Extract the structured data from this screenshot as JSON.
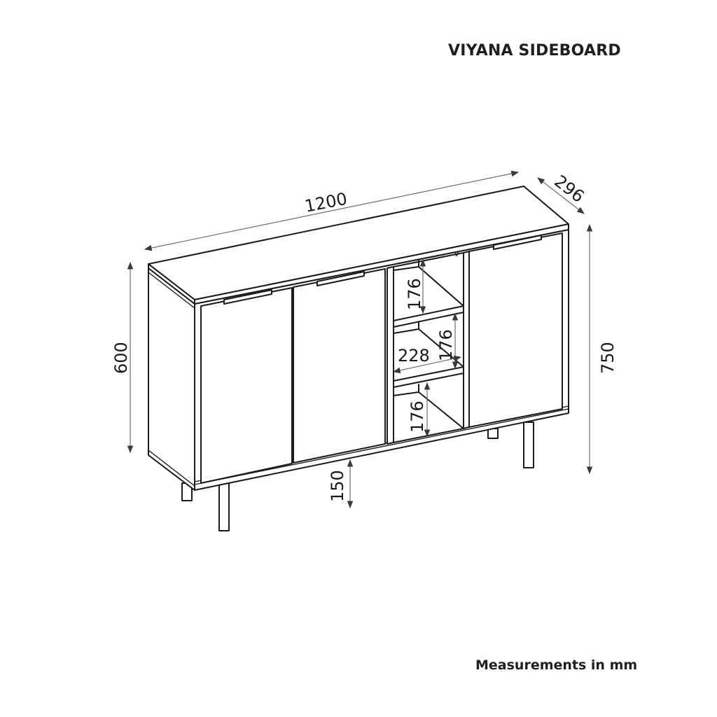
{
  "title": "VIYANA SIDEBOARD",
  "footer": "Measurements in mm",
  "dimensions": {
    "width": "1200",
    "depth": "296",
    "body_height": "600",
    "total_height": "750",
    "leg_height": "150",
    "shelf_width": "228",
    "shelf_top": "176",
    "shelf_middle": "176",
    "shelf_bottom": "176"
  },
  "colors": {
    "line": "#1a1a1a",
    "dimension_line": "#6e6e6e",
    "background": "#ffffff"
  }
}
